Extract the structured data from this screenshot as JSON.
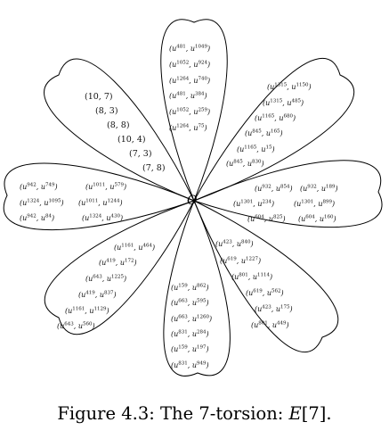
{
  "caption": {
    "prefix": "Figure 4.3: The 7-torsion: ",
    "group_symbol": "E",
    "group_suffix": "[7]."
  },
  "origin_label": "O",
  "petals": [
    {
      "id": "top",
      "points": [
        {
          "a": "481",
          "b": "1049"
        },
        {
          "a": "1052",
          "b": "924"
        },
        {
          "a": "1264",
          "b": "740"
        },
        {
          "a": "481",
          "b": "384"
        },
        {
          "a": "1052",
          "b": "259"
        },
        {
          "a": "1264",
          "b": "75"
        }
      ]
    },
    {
      "id": "upper-right",
      "points": [
        {
          "a": "1315",
          "b": "1150"
        },
        {
          "a": "1315",
          "b": "485"
        },
        {
          "a": "1165",
          "b": "680"
        },
        {
          "a": "845",
          "b": "165"
        },
        {
          "a": "1165",
          "b": "15"
        },
        {
          "a": "845",
          "b": "830"
        }
      ]
    },
    {
      "id": "right",
      "points": [
        {
          "a": "932",
          "b": "854"
        },
        {
          "a": "932",
          "b": "189"
        },
        {
          "a": "1301",
          "b": "234"
        },
        {
          "a": "1301",
          "b": "899"
        },
        {
          "a": "604",
          "b": "825"
        },
        {
          "a": "604",
          "b": "160"
        }
      ]
    },
    {
      "id": "lower-right",
      "points": [
        {
          "a": "423",
          "b": "840"
        },
        {
          "a": "619",
          "b": "1227"
        },
        {
          "a": "801",
          "b": "1114"
        },
        {
          "a": "619",
          "b": "562"
        },
        {
          "a": "423",
          "b": "175"
        },
        {
          "a": "801",
          "b": "449"
        }
      ]
    },
    {
      "id": "bottom",
      "points": [
        {
          "a": "159",
          "b": "862"
        },
        {
          "a": "663",
          "b": "595"
        },
        {
          "a": "663",
          "b": "1260"
        },
        {
          "a": "831",
          "b": "284"
        },
        {
          "a": "159",
          "b": "197"
        },
        {
          "a": "831",
          "b": "949"
        }
      ]
    },
    {
      "id": "lower-left",
      "points": [
        {
          "a": "1161",
          "b": "464"
        },
        {
          "a": "419",
          "b": "172"
        },
        {
          "a": "643",
          "b": "1225"
        },
        {
          "a": "419",
          "b": "837"
        },
        {
          "a": "1161",
          "b": "1129"
        },
        {
          "a": "643",
          "b": "560"
        }
      ]
    },
    {
      "id": "left",
      "points": [
        {
          "a": "942",
          "b": "749"
        },
        {
          "a": "1011",
          "b": "579"
        },
        {
          "a": "1324",
          "b": "1095"
        },
        {
          "a": "1011",
          "b": "1244"
        },
        {
          "a": "942",
          "b": "84"
        },
        {
          "a": "1324",
          "b": "430"
        }
      ]
    },
    {
      "id": "upper-left",
      "points": [
        {
          "x": "10",
          "y": "7"
        },
        {
          "x": "8",
          "y": "3"
        },
        {
          "x": "8",
          "y": "8"
        },
        {
          "x": "10",
          "y": "4"
        },
        {
          "x": "7",
          "y": "3"
        },
        {
          "x": "7",
          "y": "8"
        }
      ]
    }
  ]
}
